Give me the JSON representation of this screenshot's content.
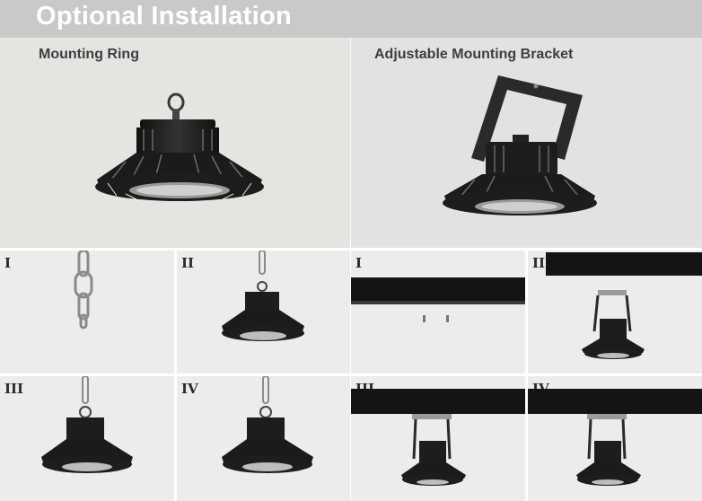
{
  "header": {
    "title": "Optional Installation"
  },
  "sections": {
    "mounting_ring": {
      "title": "Mounting Ring"
    },
    "adjustable_bracket": {
      "title": "Adjustable Mounting Bracket"
    }
  },
  "steps": {
    "ring": [
      "I",
      "II",
      "III",
      "IV"
    ],
    "bracket": [
      "I",
      "II",
      "III",
      "IV"
    ]
  },
  "icons": {
    "top_ring_lamp": "highbay-lamp-with-ring-icon",
    "top_bracket_lamp": "highbay-lamp-with-bracket-icon",
    "chain": "chain-icon",
    "rail": "mounting-rail-icon"
  },
  "colors": {
    "header_bg": "#c9c9c9",
    "header_text": "#ffffff",
    "panel_bg": "#ececec",
    "lamp_body": "#1b1b1b",
    "rail": "#141414"
  }
}
